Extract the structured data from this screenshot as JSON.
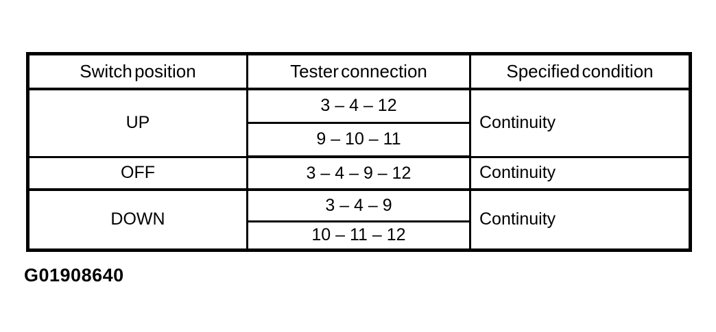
{
  "figure_code": "G01908640",
  "colors": {
    "background": "#ffffff",
    "border": "#000000",
    "text": "#000000"
  },
  "table": {
    "headers": [
      "Switch position",
      "Tester connection",
      "Specified condition"
    ],
    "rows": [
      {
        "position": "UP",
        "connections": [
          "3 – 4 – 12",
          "9 – 10 – 11"
        ],
        "condition": "Continuity"
      },
      {
        "position": "OFF",
        "connections": [
          "3 – 4 – 9 – 12"
        ],
        "condition": "Continuity"
      },
      {
        "position": "DOWN",
        "connections": [
          "3 – 4 – 9",
          "10 – 11 – 12"
        ],
        "condition": "Continuity"
      }
    ]
  }
}
